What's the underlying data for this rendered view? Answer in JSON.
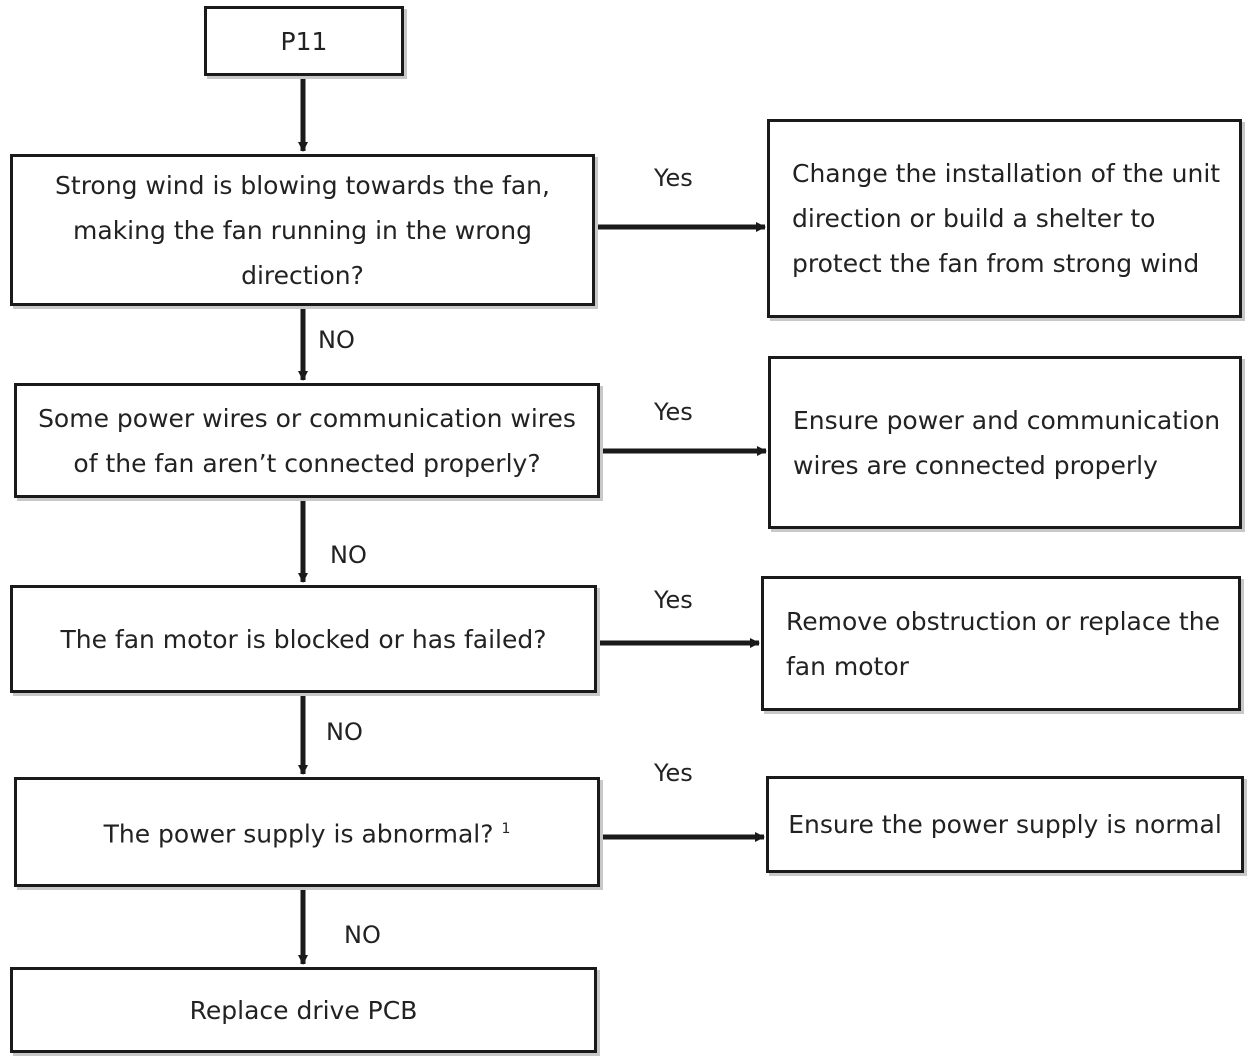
{
  "start": {
    "label": "P11"
  },
  "steps": [
    {
      "question": "Strong wind is blowing towards the fan, making the fan running in the wrong direction?",
      "yes_label": "Yes",
      "action": "Change the installation of the unit direction or build a shelter to protect the fan from strong wind",
      "no_label": "NO"
    },
    {
      "question": "Some power wires or communication wires of the fan aren’t connected properly?",
      "yes_label": "Yes",
      "action": "Ensure power and communication wires are connected properly",
      "no_label": "NO"
    },
    {
      "question": "The fan motor is blocked or has failed?",
      "yes_label": "Yes",
      "action": "Remove obstruction or replace the fan motor",
      "no_label": "NO"
    },
    {
      "question": "The power supply is abnormal?",
      "question_note": "1",
      "yes_label": "Yes",
      "action": "Ensure the power supply is normal",
      "no_label": "NO"
    }
  ],
  "end": {
    "label": "Replace drive PCB"
  },
  "colors": {
    "line": "#1a1a1a",
    "shadow": "#c8c8c8",
    "text": "#222222"
  }
}
